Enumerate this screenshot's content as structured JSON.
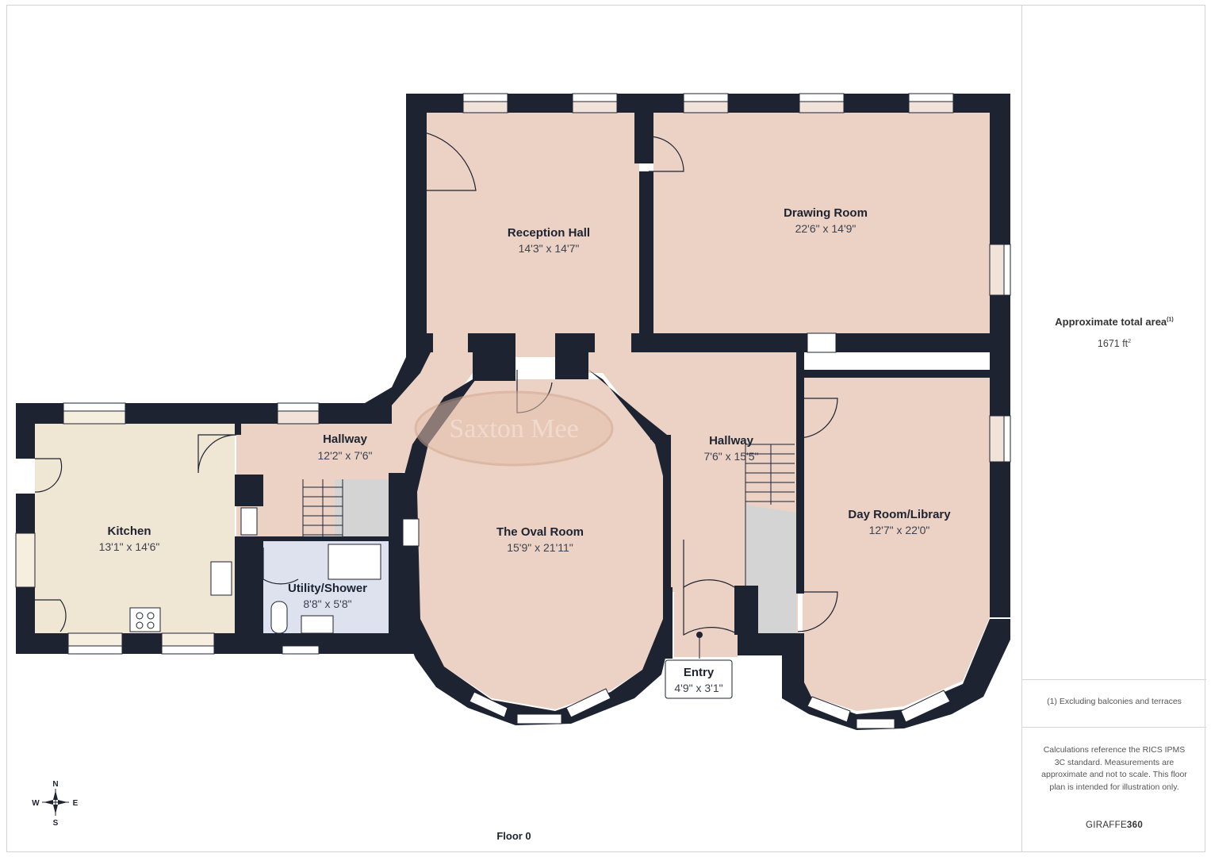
{
  "floor_label": "Floor 0",
  "rooms": [
    {
      "id": "reception-hall",
      "name": "Reception Hall",
      "dims": "14'3\" x 14'7\""
    },
    {
      "id": "drawing-room",
      "name": "Drawing Room",
      "dims": "22'6\" x 14'9\""
    },
    {
      "id": "kitchen",
      "name": "Kitchen",
      "dims": "13'1\" x 14'6\""
    },
    {
      "id": "hallway-west",
      "name": "Hallway",
      "dims": "12'2\" x 7'6\""
    },
    {
      "id": "utility-shower",
      "name": "Utility/Shower",
      "dims": "8'8\" x 5'8\""
    },
    {
      "id": "oval-room",
      "name": "The Oval Room",
      "dims": "15'9\" x 21'11\""
    },
    {
      "id": "hallway-east",
      "name": "Hallway",
      "dims": "7'6\" x 15'5\""
    },
    {
      "id": "day-room-library",
      "name": "Day Room/Library",
      "dims": "12'7\" x 22'0\""
    },
    {
      "id": "entry",
      "name": "Entry",
      "dims": "4'9\" x 3'1\""
    }
  ],
  "watermark": "Saxton Mee",
  "compass": {
    "n": "N",
    "s": "S",
    "e": "E",
    "w": "W"
  },
  "summary": {
    "area_title": "Approximate total area",
    "area_title_sup": "(1)",
    "area_value": "1671 ft",
    "area_unit_sup": "2",
    "footnote": "(1) Excluding balconies and terraces",
    "disclaimer": "Calculations reference the RICS IPMS 3C standard. Measurements are approximate and not to scale. This floor plan is intended for illustration only.",
    "brand_prefix": "GIRAFFE",
    "brand_suffix": "360"
  },
  "colors": {
    "wall": "#1e2332",
    "room_fill": "#ecd2c4",
    "kitchen_fill": "#f0e6d4",
    "utility_fill": "#dde2ee",
    "stair_fill": "#d4d4d4",
    "window_fill": "#ffffff"
  }
}
